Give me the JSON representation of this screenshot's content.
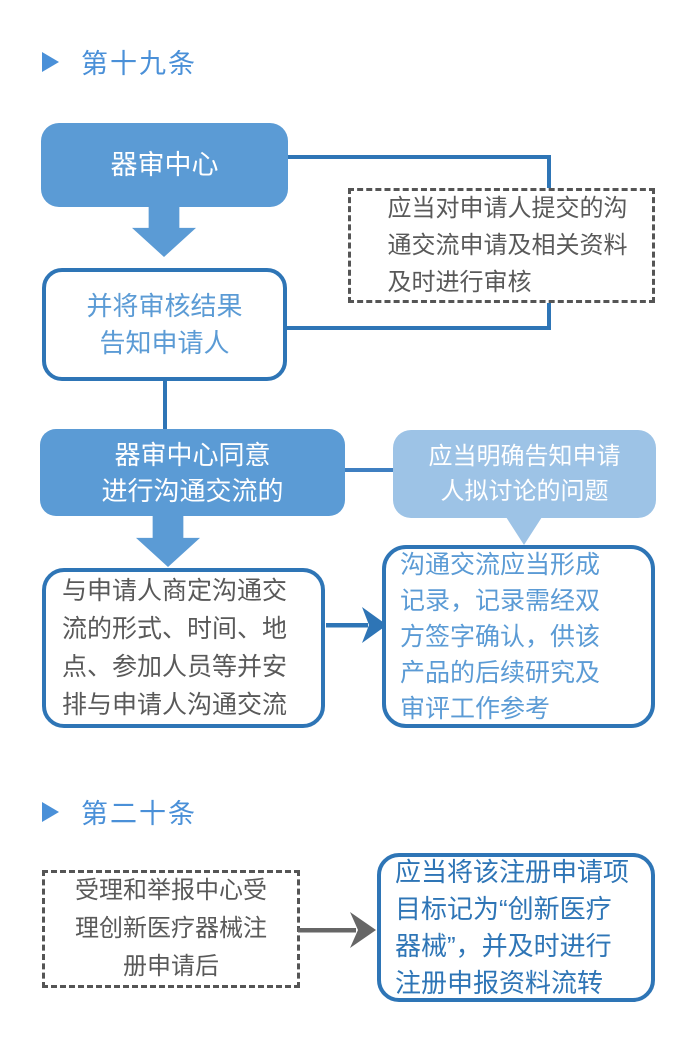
{
  "document": {
    "type": "flowchart",
    "language": "zh-CN",
    "topic": "创新医疗器械审查流程（第十九条、第二十条）"
  },
  "colors": {
    "node_fill_blue": "#5b9bd5",
    "node_border_blue": "#2e75b6",
    "bubble_light_blue": "#9dc3e6",
    "heading_blue": "#4a90d8",
    "dashed_border_gray": "#555555",
    "gray_text": "#595959",
    "gray_arrow": "#666666",
    "white": "#ffffff"
  },
  "icons": {
    "heading_bullet": "play-triangle-right",
    "flow_arrow_down": "block-arrow-down",
    "flow_arrow_right_blue": "concave-arrow-right",
    "flow_arrow_right_gray": "concave-arrow-right"
  },
  "section19": {
    "heading": "第十九条",
    "box_center": "器审中心",
    "note_review": "应当对申请人提交的沟\n通交流申请及相关资料\n及时进行审核",
    "box_result": "并将审核结果\n告知申请人",
    "box_agree": "器审中心同意\n进行沟通交流的",
    "bubble_inform": "应当明确告知申请\n人拟讨论的问题",
    "box_arrange": "与申请人商定沟通交\n流的形式、时间、地\n点、参加人员等并安\n排与申请人沟通交流",
    "box_record": "沟通交流应当形成\n记录，记录需经双\n方签字确认，供该\n产品的后续研究及\n审评工作参考"
  },
  "section20": {
    "heading": "第二十条",
    "box_accept": "受理和举报中心受\n理创新医疗器械注\n册申请后",
    "box_mark": "应当将该注册申请项\n目标记为“创新医疗\n器械”，并及时进行\n注册申报资料流转"
  }
}
